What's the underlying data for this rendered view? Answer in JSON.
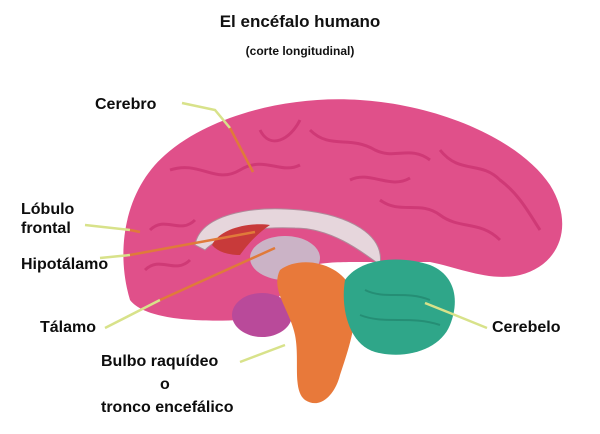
{
  "title": "El encéfalo humano",
  "subtitle": "(corte longitudinal)",
  "labels": {
    "cerebro": "Cerebro",
    "lobulo_line1": "Lóbulo",
    "lobulo_line2": "frontal",
    "hipotalamo": "Hipotálamo",
    "talamo": "Tálamo",
    "bulbo_line1": "Bulbo raquídeo",
    "bulbo_line2": "o",
    "bulbo_line3": "tronco encefálico",
    "cerebelo": "Cerebelo"
  },
  "colors": {
    "cerebrum": "#e0508a",
    "cerebrum_dark": "#c8306e",
    "brainstem": "#e8793a",
    "cerebellum": "#2fa689",
    "corpus_callosum": "#e6d6dc",
    "ventricle": "#c83a3a",
    "leader_line": "#d8e28a"
  }
}
